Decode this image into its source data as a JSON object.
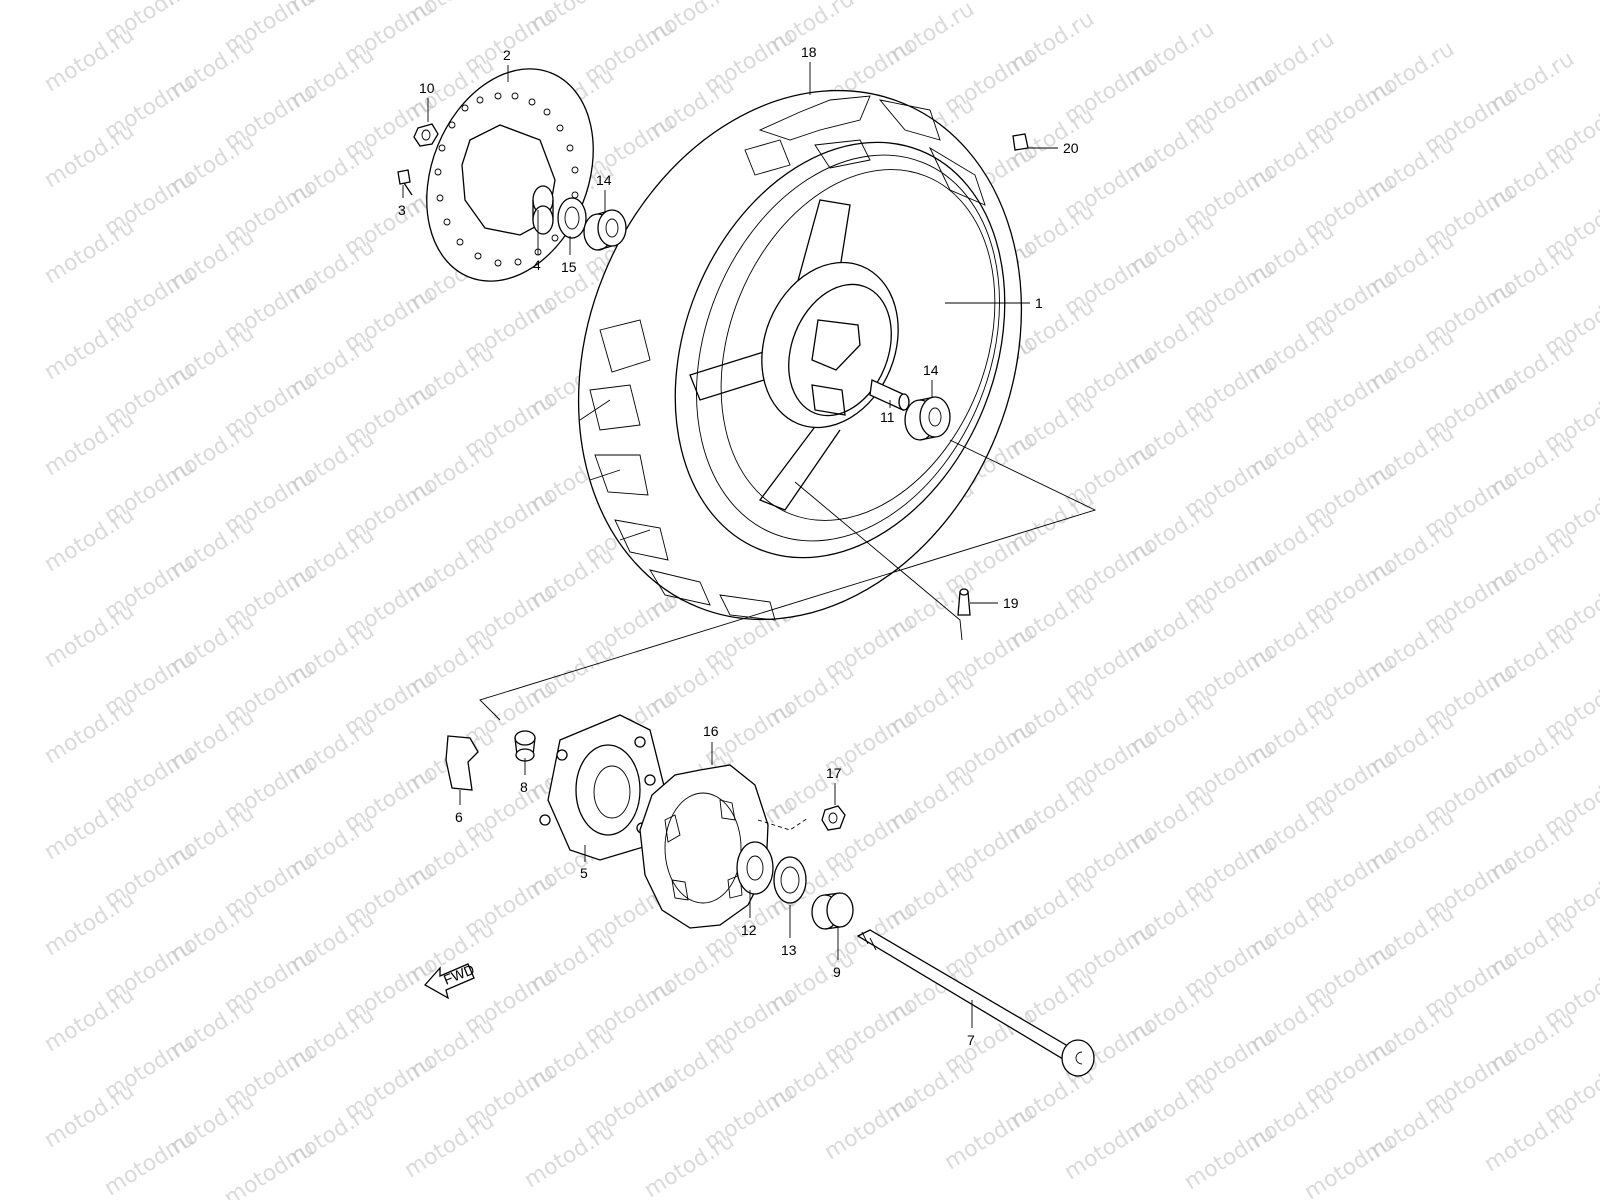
{
  "watermark": {
    "text": "motod.ru"
  },
  "fwd_label": "FWD",
  "callouts": [
    {
      "id": "1",
      "label": "1"
    },
    {
      "id": "2",
      "label": "2"
    },
    {
      "id": "3",
      "label": "3"
    },
    {
      "id": "4",
      "label": "4"
    },
    {
      "id": "5",
      "label": "5"
    },
    {
      "id": "6",
      "label": "6"
    },
    {
      "id": "7",
      "label": "7"
    },
    {
      "id": "8",
      "label": "8"
    },
    {
      "id": "9",
      "label": "9"
    },
    {
      "id": "10",
      "label": "10"
    },
    {
      "id": "11",
      "label": "11"
    },
    {
      "id": "12",
      "label": "12"
    },
    {
      "id": "13",
      "label": "13"
    },
    {
      "id": "14a",
      "label": "14"
    },
    {
      "id": "14b",
      "label": "14"
    },
    {
      "id": "15",
      "label": "15"
    },
    {
      "id": "16",
      "label": "16"
    },
    {
      "id": "17",
      "label": "17"
    },
    {
      "id": "18",
      "label": "18"
    },
    {
      "id": "19",
      "label": "19"
    },
    {
      "id": "20",
      "label": "20"
    }
  ]
}
